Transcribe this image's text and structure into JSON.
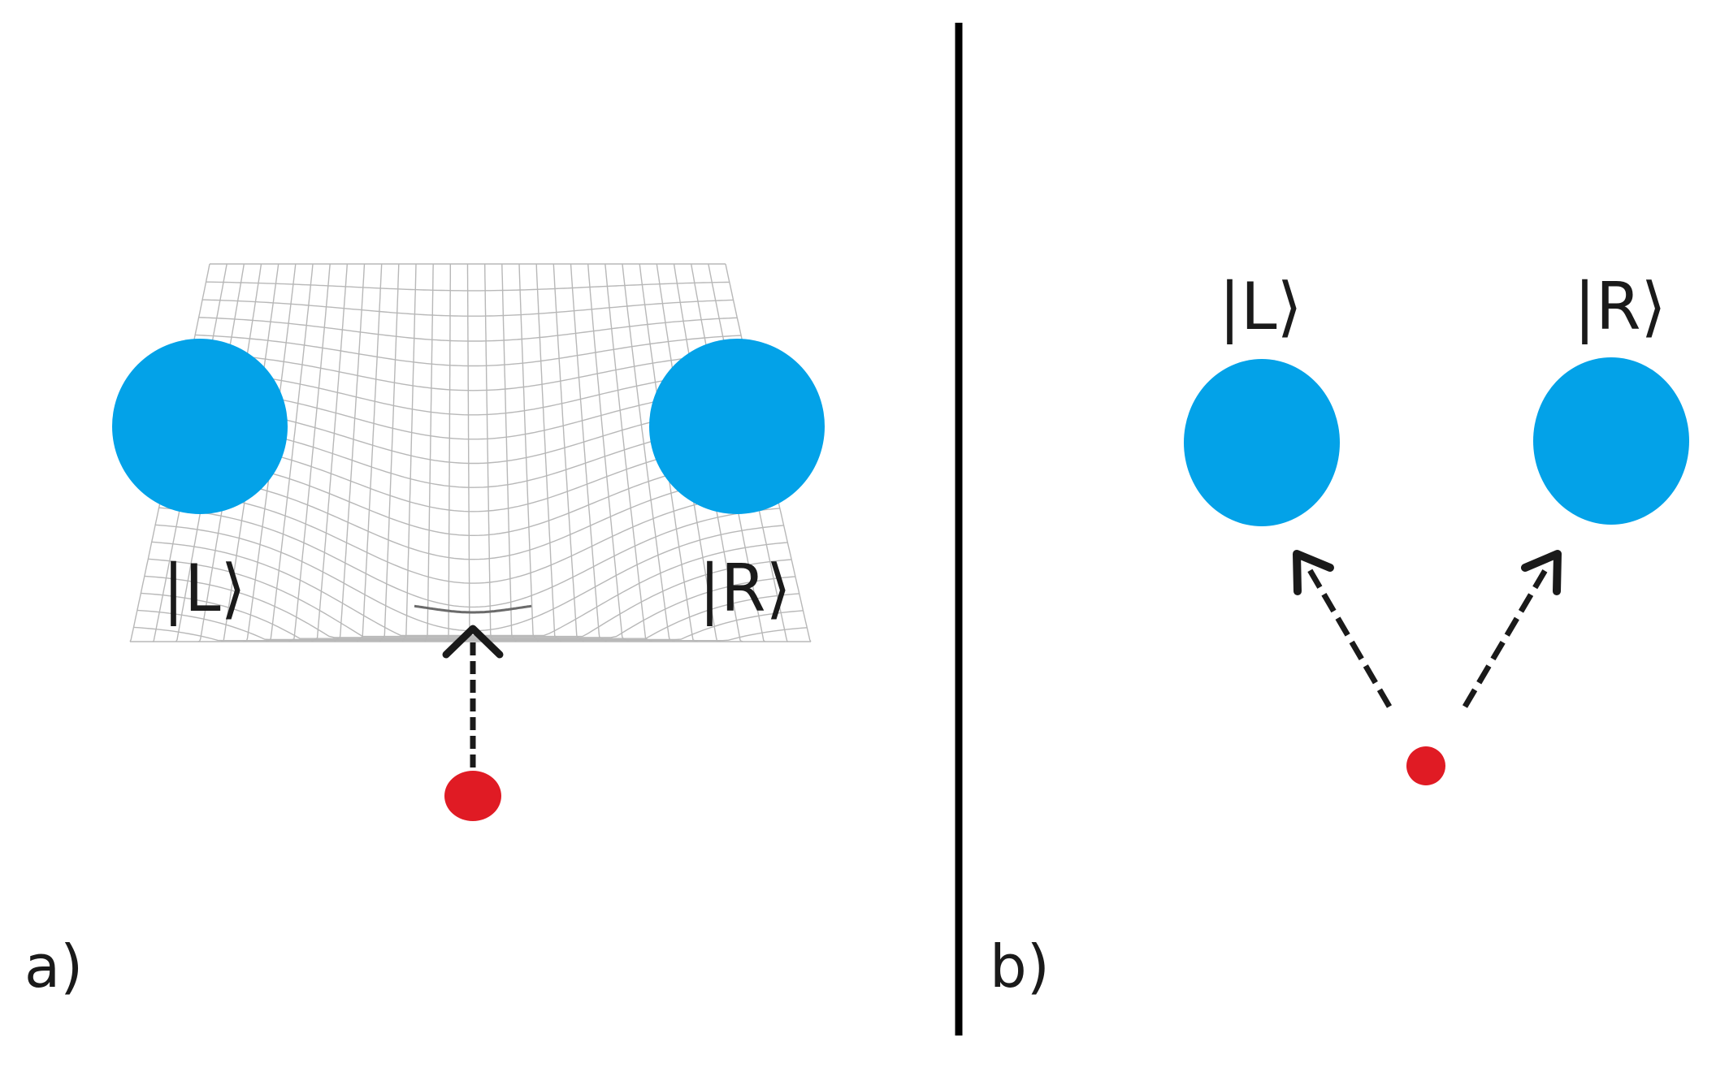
{
  "colors": {
    "mass": "#03A2E8",
    "particle": "#E01B24",
    "ink": "#1a1a1a",
    "grid": "#b8b8b8"
  },
  "panel_a": {
    "label": "a)",
    "left_ket": "|L⟩",
    "right_ket": "|R⟩"
  },
  "panel_b": {
    "label": "b)",
    "left_ket": "|L⟩",
    "right_ket": "|R⟩"
  }
}
